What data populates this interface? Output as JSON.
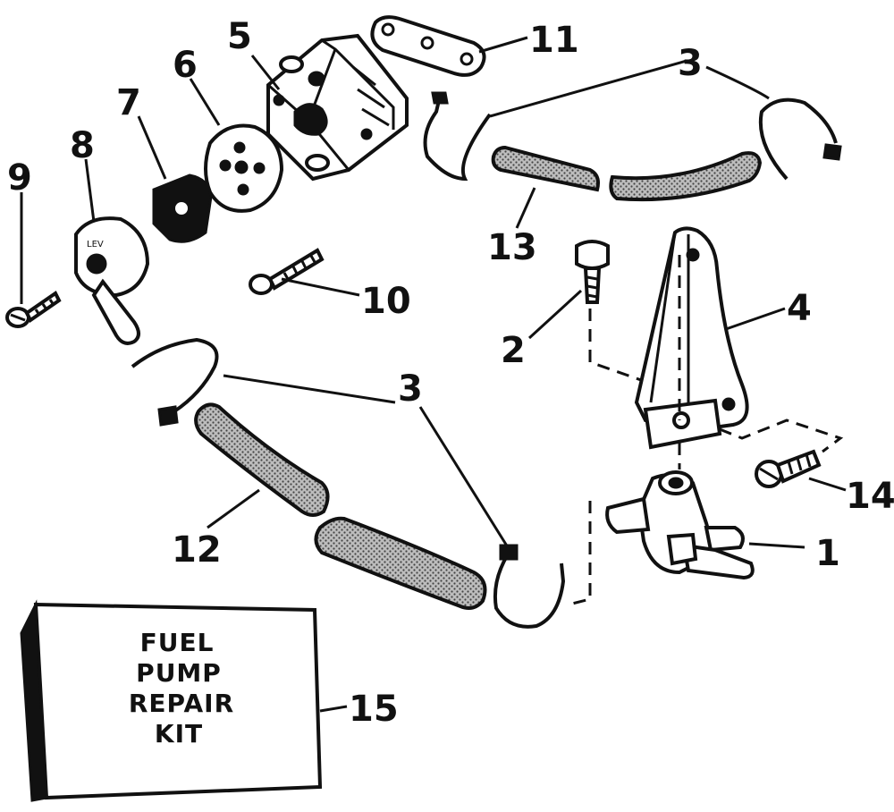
{
  "diagram": {
    "callouts": [
      {
        "id": "c1",
        "label": "1"
      },
      {
        "id": "c2",
        "label": "2"
      },
      {
        "id": "c3a",
        "label": "3"
      },
      {
        "id": "c3b",
        "label": "3"
      },
      {
        "id": "c4",
        "label": "4"
      },
      {
        "id": "c5",
        "label": "5"
      },
      {
        "id": "c6",
        "label": "6"
      },
      {
        "id": "c7",
        "label": "7"
      },
      {
        "id": "c8",
        "label": "8"
      },
      {
        "id": "c9",
        "label": "9"
      },
      {
        "id": "c10",
        "label": "10"
      },
      {
        "id": "c11",
        "label": "11"
      },
      {
        "id": "c12",
        "label": "12"
      },
      {
        "id": "c13",
        "label": "13"
      },
      {
        "id": "c14",
        "label": "14"
      },
      {
        "id": "c15",
        "label": "15"
      }
    ],
    "kit_box": {
      "line1": "FUEL",
      "line2": "PUMP",
      "line3": "REPAIR",
      "line4": "KIT"
    }
  }
}
